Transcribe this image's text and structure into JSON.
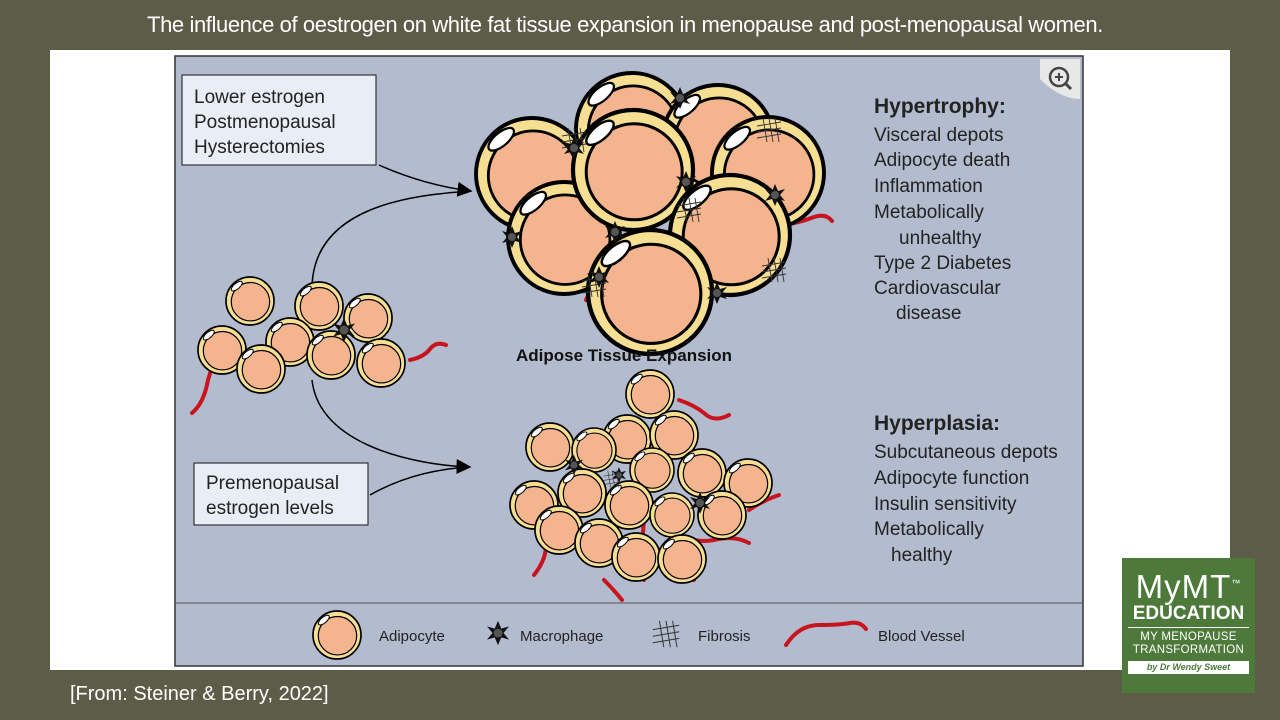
{
  "slide_title": "The influence of oestrogen on white fat tissue expansion in menopause and post-menopausal women.",
  "citation": "[From: Steiner & Berry, 2022]",
  "diagram": {
    "box_top_lines": [
      "Lower estrogen",
      "Postmenopausal",
      "Hysterectomies"
    ],
    "box_bottom_lines": [
      "Premenopausal",
      "estrogen levels"
    ],
    "center_label": "Adipose Tissue Expansion",
    "hypertrophy": {
      "heading": "Hypertrophy:",
      "lines": [
        "Visceral depots",
        "Adipocyte death",
        "Inflammation",
        "Metabolically",
        "unhealthy",
        "Type 2 Diabetes",
        "Cardiovascular",
        "disease"
      ]
    },
    "hyperplasia": {
      "heading": "Hyperplasia:",
      "lines": [
        "Subcutaneous depots",
        "Adipocyte function",
        "Insulin sensitivity",
        "Metabolically",
        "healthy"
      ]
    },
    "legend": {
      "adipocyte": "Adipocyte",
      "macrophage": "Macrophage",
      "fibrosis": "Fibrosis",
      "blood_vessel": "Blood Vessel"
    }
  },
  "logo": {
    "name": "MyMT",
    "tm": "™",
    "line2": "EDUCATION",
    "line3": "MY MENOPAUSE",
    "line4": "TRANSFORMATION",
    "line5": "by Dr Wendy Sweet"
  },
  "colors": {
    "slide_background": "#5d5c49",
    "figure_background": "#b3bcce",
    "cell_fill": "#f3b48e",
    "cell_rim": "#f6df93",
    "vessel": "#c8141e",
    "logo_green": "#4d7a3a"
  },
  "icons": [
    "zoom-in-icon",
    "macrophage-icon",
    "fibrosis-icon",
    "blood-vessel-icon"
  ]
}
